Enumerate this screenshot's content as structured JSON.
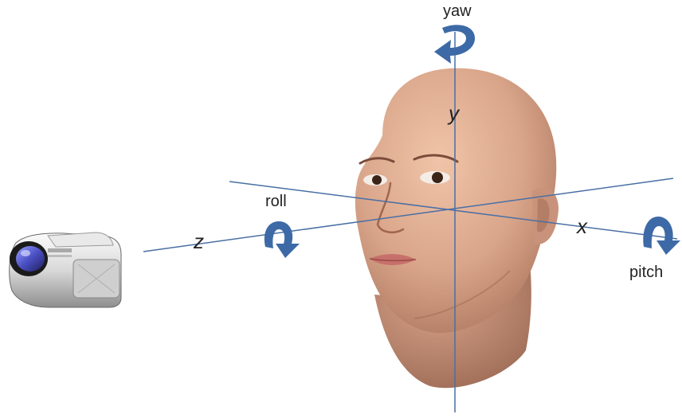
{
  "axes": {
    "x_label": "x",
    "y_label": "y",
    "z_label": "z"
  },
  "rotations": {
    "yaw_label": "yaw",
    "pitch_label": "pitch",
    "roll_label": "roll"
  },
  "colors": {
    "axis_line": "#4a6fa5",
    "rotation_arrow": "#3d6aa6",
    "skin": "#d9a58a",
    "label_text": "#222222"
  },
  "icons": {
    "camera": "camera-icon",
    "head": "head-illustration",
    "yaw_arrow": "yaw-rotation-arrow-icon",
    "pitch_arrow": "pitch-rotation-arrow-icon",
    "roll_arrow": "roll-rotation-arrow-icon"
  }
}
